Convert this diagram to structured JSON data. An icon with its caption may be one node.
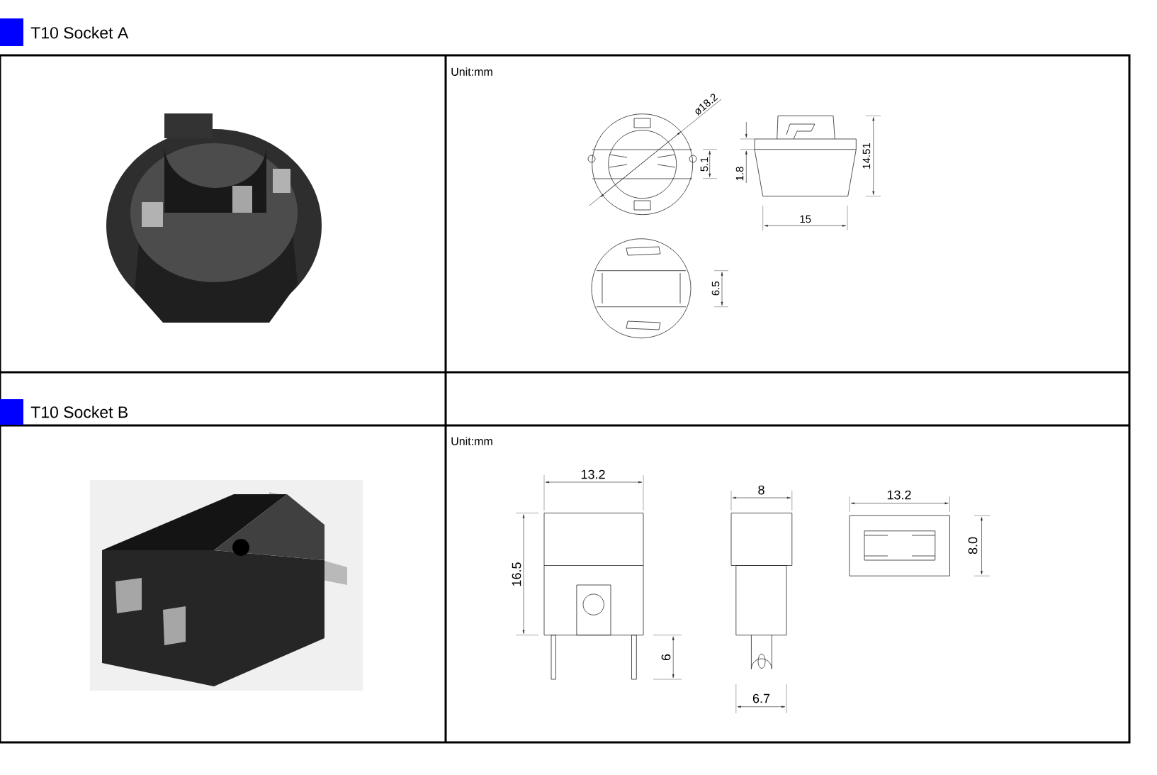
{
  "diagram": {
    "labels": [
      "T10 Socket A",
      "Unit:mm",
      "ø18.2",
      "5.1",
      "1.8",
      "14.51",
      "15",
      "6.5",
      "T10 Socket B",
      "Unit:mm",
      "13.2",
      "16.5",
      "6",
      "8",
      "6.7",
      "13.2",
      "8.0"
    ]
  }
}
